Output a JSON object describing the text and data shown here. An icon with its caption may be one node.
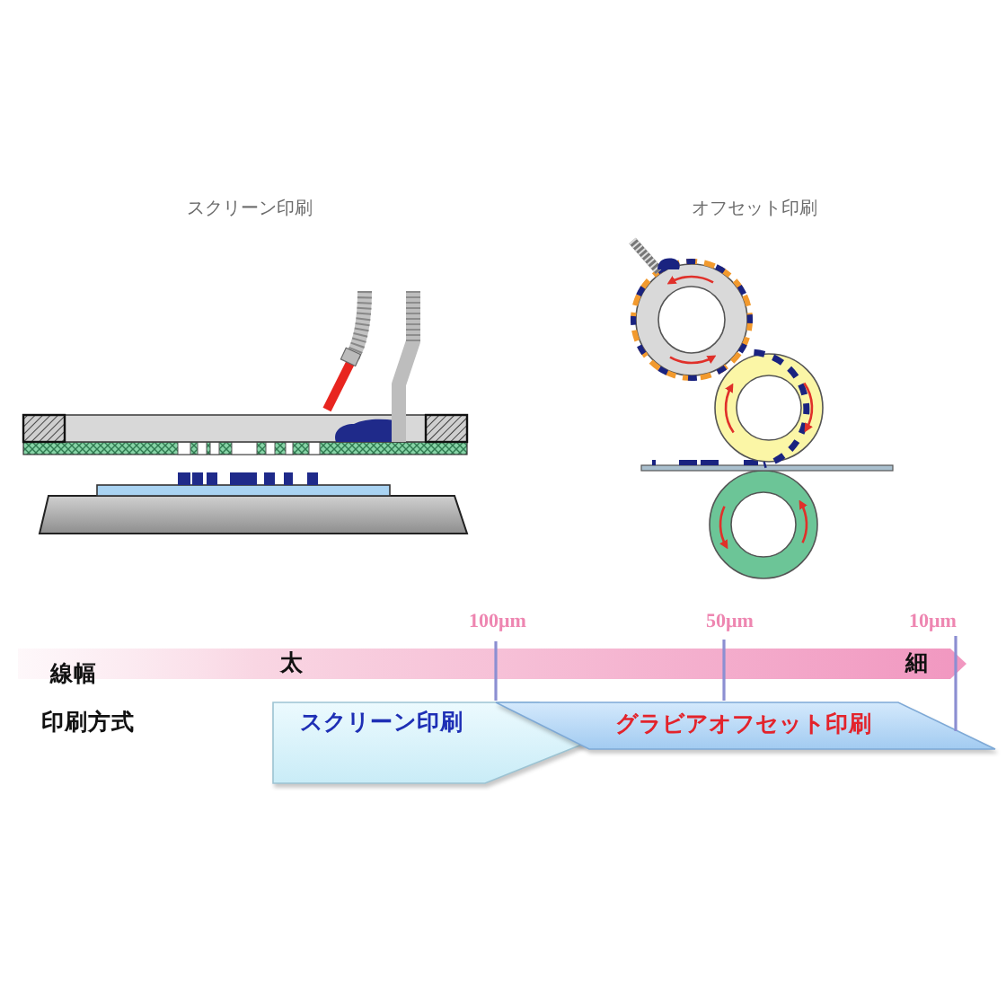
{
  "diagram": {
    "nodes": [
      {
        "text": [
          "太",
          "細"
        ]
      },
      {
        "text": [
          "スクリーン印刷"
        ]
      },
      {
        "text": [
          "グラビアオフセット印刷"
        ]
      }
    ],
    "labels": [
      "スクリーン印刷",
      "オフセット印刷",
      "100μm",
      "50μm",
      "10μm",
      "線幅",
      "印刷方式"
    ]
  }
}
